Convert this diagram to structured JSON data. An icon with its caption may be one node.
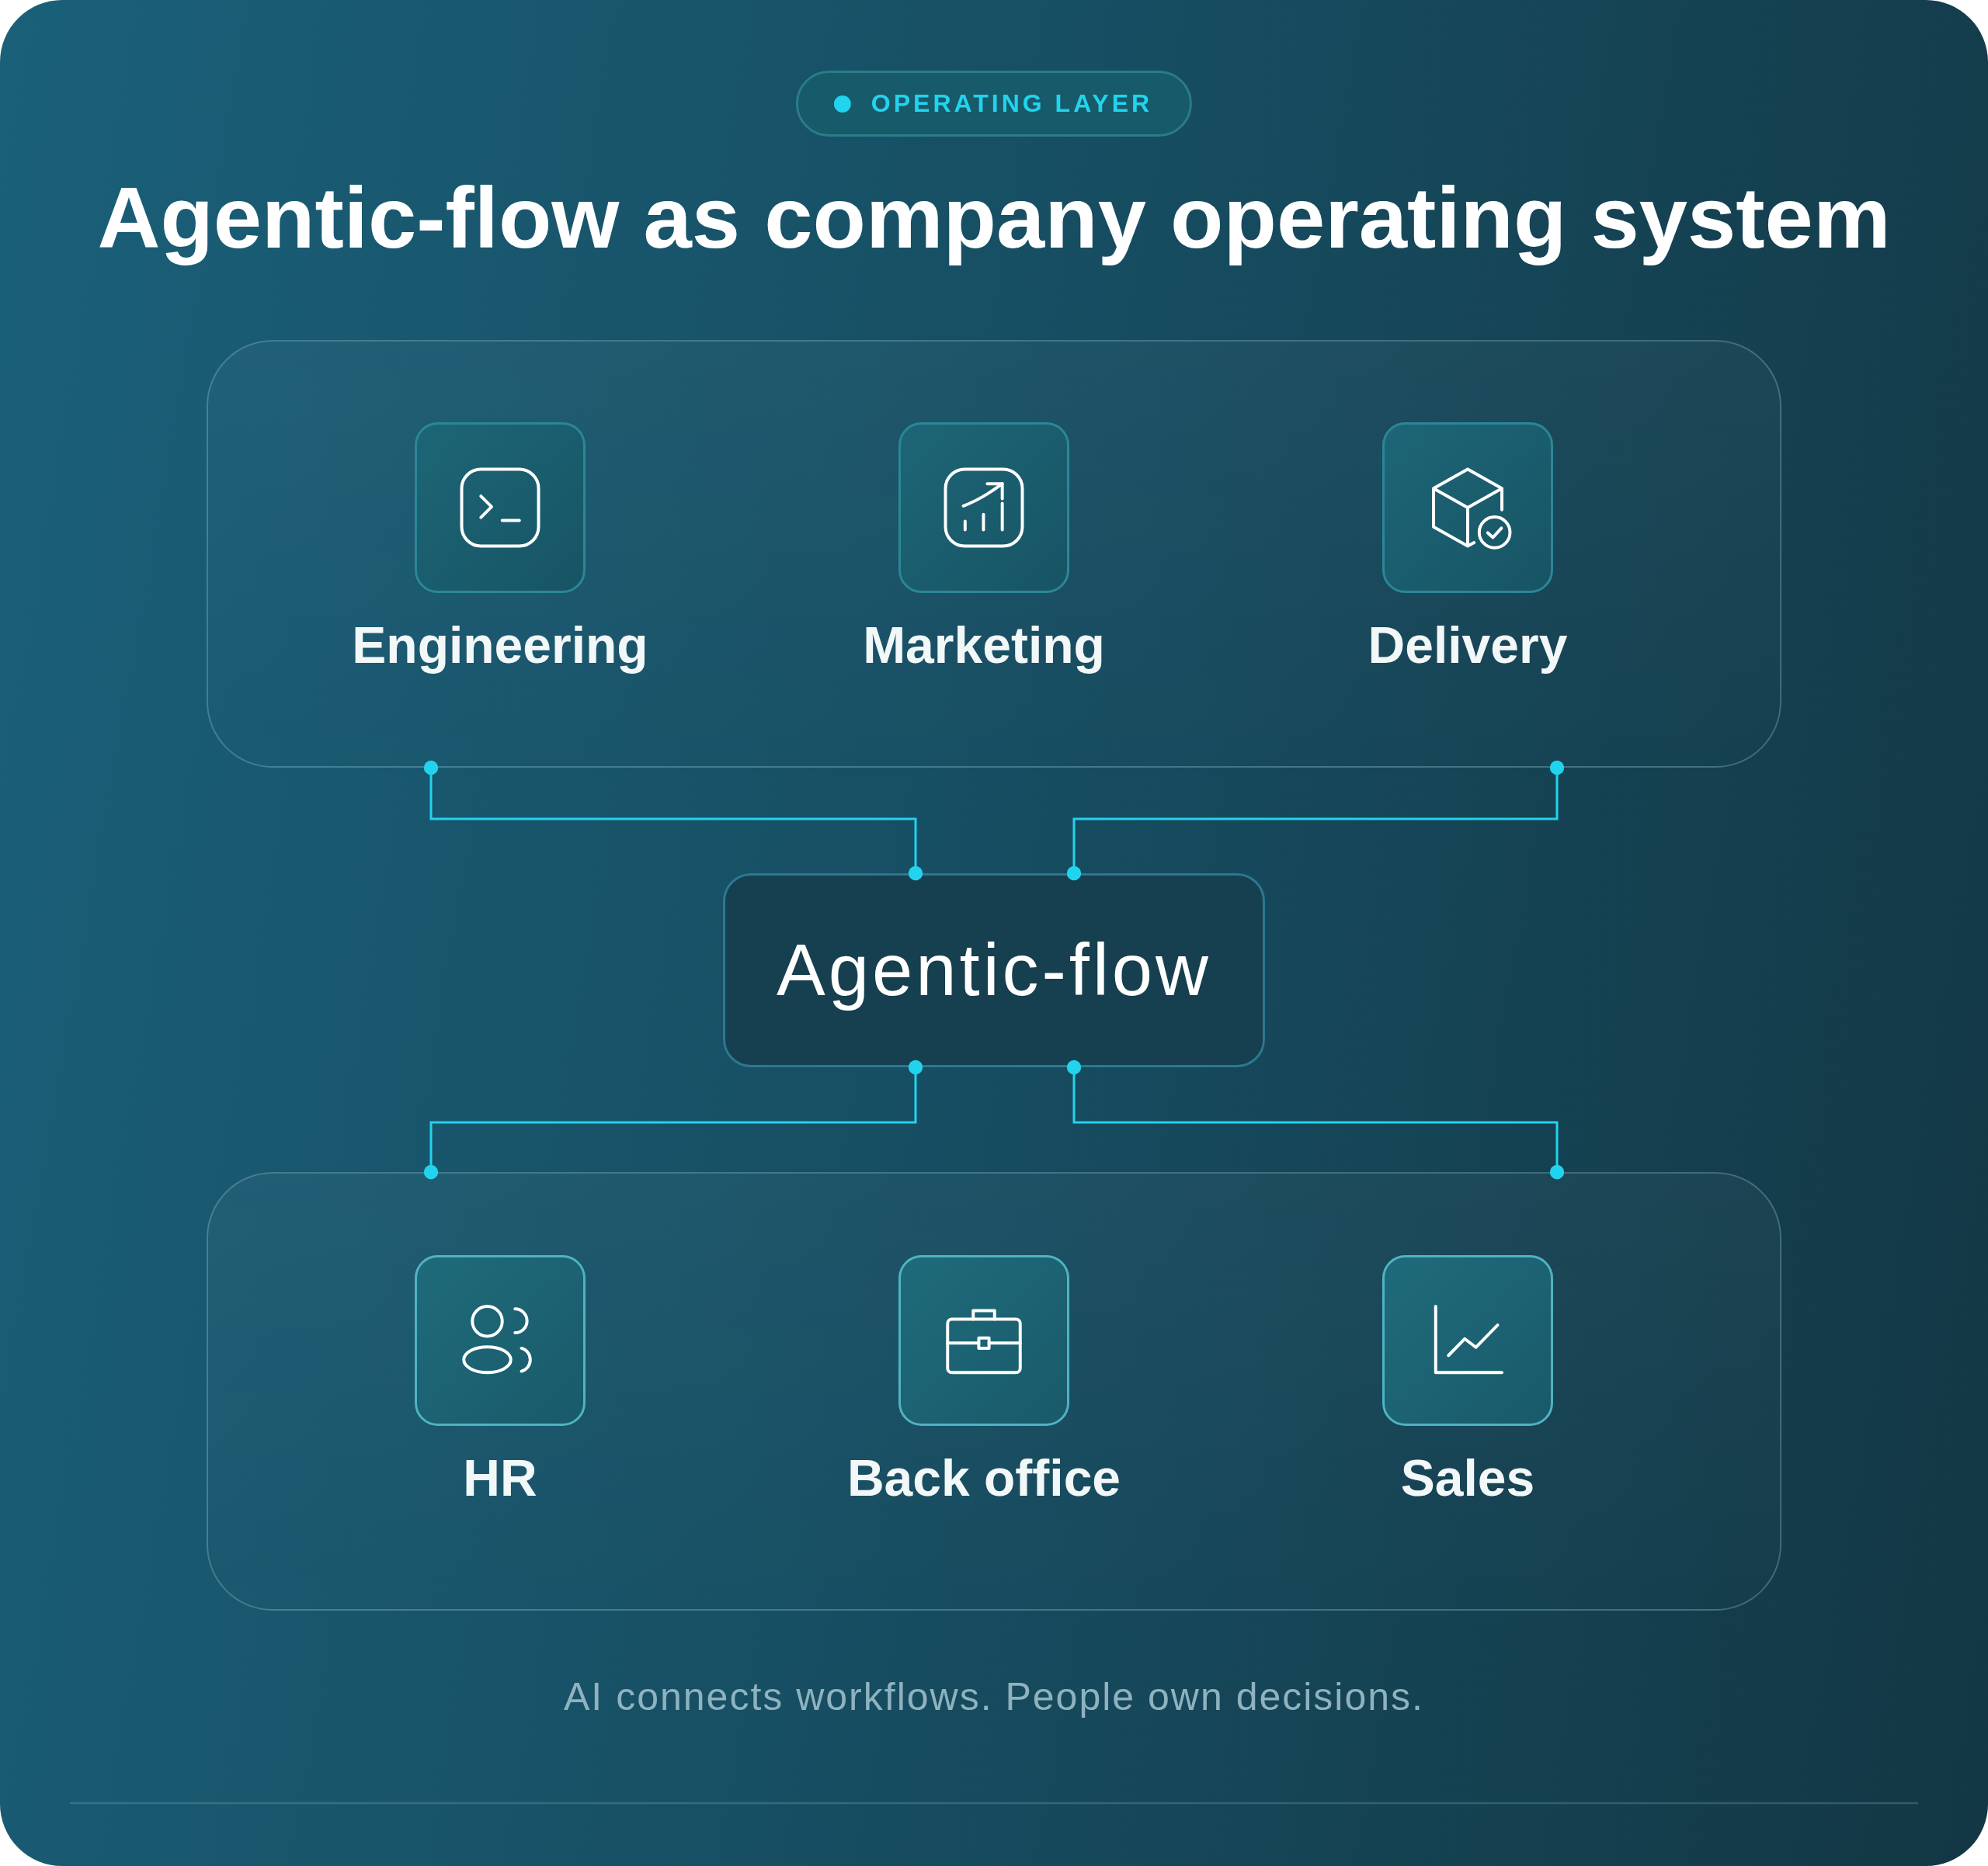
{
  "diagram": {
    "title": "Agentic-flow as company operating system",
    "caption": "AI connects workflows. People own decisions.",
    "nodes": [
      {
        "text": [
          "OPERATING LAYER"
        ]
      },
      {
        "text": [],
        "shape": "box"
      },
      {
        "text": [
          "Engineering"
        ],
        "in": 1
      },
      {
        "text": [
          "Marketing"
        ],
        "in": 1
      },
      {
        "text": [
          "Delivery"
        ],
        "in": 1
      },
      {
        "text": [
          "Agentic-flow"
        ]
      },
      {
        "text": [],
        "shape": "box"
      },
      {
        "text": [
          "HR"
        ],
        "in": 6
      },
      {
        "text": [
          "Back office"
        ],
        "in": 6
      },
      {
        "text": [
          "Sales"
        ],
        "in": 6
      }
    ],
    "edges": [
      {
        "from": 1,
        "to": 5,
        "arrow": "other"
      },
      {
        "from": 1,
        "to": 5,
        "arrow": "other"
      },
      {
        "from": 5,
        "to": 6,
        "arrow": "other"
      },
      {
        "from": 5,
        "to": 6,
        "arrow": "other"
      }
    ]
  }
}
